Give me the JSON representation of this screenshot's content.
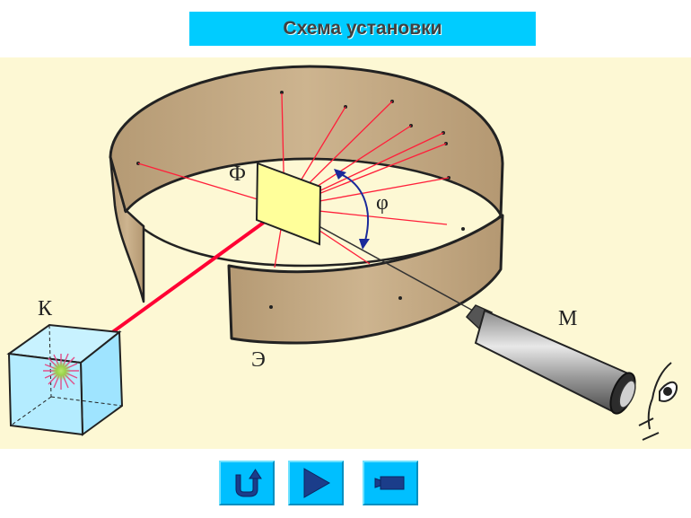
{
  "title": "Схема установки",
  "diagram": {
    "labels": {
      "foil": "Ф",
      "angle": "φ",
      "source": "К",
      "screen": "Э",
      "microscope": "М"
    }
  },
  "controls": {
    "back_icon": "return-arrow-icon",
    "play_icon": "play-icon",
    "camera_icon": "camera-icon"
  },
  "colors": {
    "banner": "#00ccff",
    "background": "#fdf8d4",
    "screen_band": "#c4aa84",
    "beam": "#ff0033",
    "button": "#00bfff"
  }
}
